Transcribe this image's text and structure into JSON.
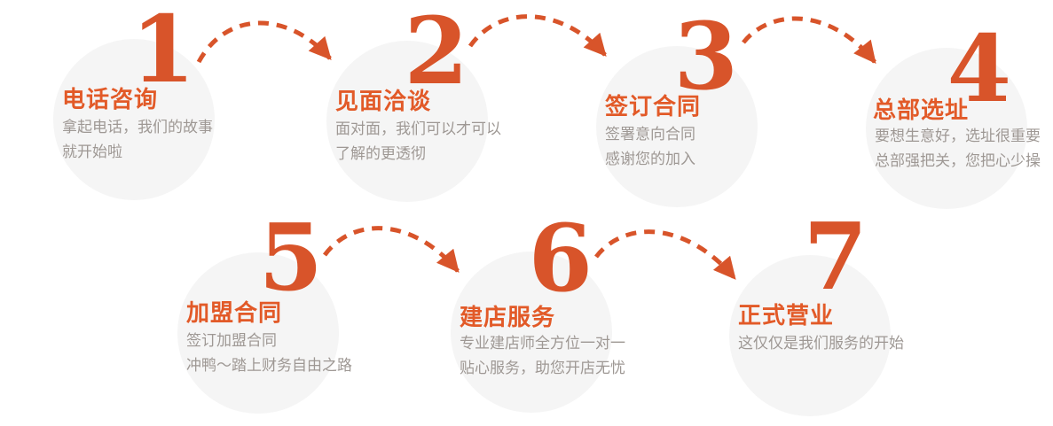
{
  "page": {
    "description": "7-step franchise joining process flow infographic"
  },
  "colors": {
    "accent_orange": "#d8542a",
    "title_orange": "#e25a28",
    "circle_gray": "#f5f5f5",
    "desc_gray": "#9e9894",
    "page_bg": "#ffffff"
  },
  "steps": [
    {
      "number": "1",
      "title": "电话咨询",
      "desc": [
        "拿起电话，我们的故事",
        "就开始啦"
      ]
    },
    {
      "number": "2",
      "title": "见面洽谈",
      "desc": [
        "面对面，我们可以才可以",
        "了解的更透彻"
      ]
    },
    {
      "number": "3",
      "title": "签订合同",
      "desc": [
        "签署意向合同",
        "感谢您的加入"
      ]
    },
    {
      "number": "4",
      "title": "总部选址",
      "desc": [
        "要想生意好，选址很重要",
        "总部强把关，您把心少操"
      ]
    },
    {
      "number": "5",
      "title": "加盟合同",
      "desc": [
        "签订加盟合同",
        "冲鸭～踏上财务自由之路"
      ]
    },
    {
      "number": "6",
      "title": "建店服务",
      "desc": [
        "专业建店师全方位一对一",
        "贴心服务，助您开店无忧"
      ]
    },
    {
      "number": "7",
      "title": "正式营业",
      "desc": [
        "这仅仅是我们服务的开始"
      ]
    }
  ],
  "arrows": [
    {
      "name": "arrow-step1-step2"
    },
    {
      "name": "arrow-step2-step3"
    },
    {
      "name": "arrow-step3-step4"
    },
    {
      "name": "arrow-step5-step6"
    },
    {
      "name": "arrow-step6-step7"
    }
  ]
}
